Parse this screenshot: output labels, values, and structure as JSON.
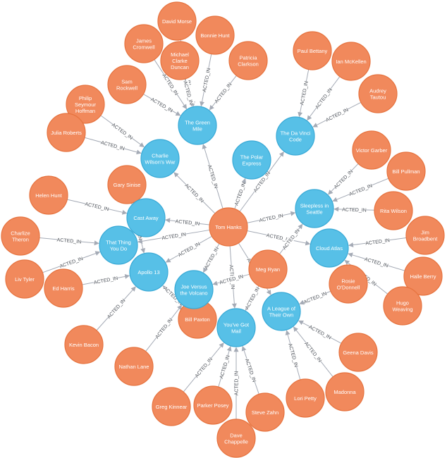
{
  "graph": {
    "colors": {
      "person": "#f1895c",
      "movie": "#57c0e7",
      "edge": "#a5abb6"
    },
    "relationship_label": "ACTED_IN",
    "center": {
      "id": "tom_hanks",
      "lines": [
        "Tom Hanks"
      ]
    },
    "movies": [
      {
        "id": "green_mile",
        "lines": [
          "The Green",
          "Mile"
        ]
      },
      {
        "id": "da_vinci",
        "lines": [
          "The Da Vinci",
          "Code"
        ]
      },
      {
        "id": "polar_express",
        "lines": [
          "The Polar",
          "Express"
        ]
      },
      {
        "id": "charlie_wilson",
        "lines": [
          "Charlie",
          "Wilson's War"
        ]
      },
      {
        "id": "cast_away",
        "lines": [
          "Cast Away"
        ]
      },
      {
        "id": "that_thing",
        "lines": [
          "That Thing",
          "You Do"
        ]
      },
      {
        "id": "apollo13",
        "lines": [
          "Apollo 13"
        ]
      },
      {
        "id": "joe_volcano",
        "lines": [
          "Joe Versus",
          "the Volcano"
        ]
      },
      {
        "id": "youve_got_mail",
        "lines": [
          "You've Got",
          "Mail"
        ]
      },
      {
        "id": "league",
        "lines": [
          "A League of",
          "Their Own"
        ]
      },
      {
        "id": "sleepless",
        "lines": [
          "Sleepless in",
          "Seattle"
        ]
      },
      {
        "id": "cloud_atlas",
        "lines": [
          "Cloud Atlas"
        ]
      }
    ],
    "people": [
      {
        "id": "david_morse",
        "lines": [
          "David Morse"
        ]
      },
      {
        "id": "bonnie_hunt",
        "lines": [
          "Bonnie Hunt"
        ]
      },
      {
        "id": "james_cromwell",
        "lines": [
          "James",
          "Cromwell"
        ]
      },
      {
        "id": "michael_duncan",
        "lines": [
          "Michael",
          "Clarke",
          "Duncan"
        ]
      },
      {
        "id": "patricia_clarkson",
        "lines": [
          "Patricia",
          "Clarkson"
        ]
      },
      {
        "id": "sam_rockwell",
        "lines": [
          "Sam",
          "Rockwell"
        ]
      },
      {
        "id": "philip_hoffman",
        "lines": [
          "Philip",
          "Seymour",
          "Hoffman"
        ]
      },
      {
        "id": "julia_roberts",
        "lines": [
          "Julia Roberts"
        ]
      },
      {
        "id": "paul_bettany",
        "lines": [
          "Paul Bettany"
        ]
      },
      {
        "id": "ian_mckellen",
        "lines": [
          "Ian McKellen"
        ]
      },
      {
        "id": "audrey_tautou",
        "lines": [
          "Audrey",
          "Tautou"
        ]
      },
      {
        "id": "victor_garber",
        "lines": [
          "Victor Garber"
        ]
      },
      {
        "id": "bill_pullman",
        "lines": [
          "Bill Pullman"
        ]
      },
      {
        "id": "rita_wilson",
        "lines": [
          "Rita Wilson"
        ]
      },
      {
        "id": "jim_broadbent",
        "lines": [
          "Jim",
          "Broadbent"
        ]
      },
      {
        "id": "halle_berry",
        "lines": [
          "Halle Berry"
        ]
      },
      {
        "id": "hugo_weaving",
        "lines": [
          "Hugo",
          "Weaving"
        ]
      },
      {
        "id": "gary_sinise",
        "lines": [
          "Gary Sinise"
        ]
      },
      {
        "id": "helen_hunt",
        "lines": [
          "Helen Hunt"
        ]
      },
      {
        "id": "charlize_theron",
        "lines": [
          "Charlize",
          "Theron"
        ]
      },
      {
        "id": "liv_tyler",
        "lines": [
          "Liv Tyler"
        ]
      },
      {
        "id": "ed_harris",
        "lines": [
          "Ed Harris"
        ]
      },
      {
        "id": "kevin_bacon",
        "lines": [
          "Kevin Bacon"
        ]
      },
      {
        "id": "nathan_lane",
        "lines": [
          "Nathan Lane"
        ]
      },
      {
        "id": "bill_paxton",
        "lines": [
          "Bill Paxton"
        ]
      },
      {
        "id": "meg_ryan",
        "lines": [
          "Meg Ryan"
        ]
      },
      {
        "id": "rosie_odonnell",
        "lines": [
          "Rosie",
          "O'Donnell"
        ]
      },
      {
        "id": "greg_kinnear",
        "lines": [
          "Greg Kinnear"
        ]
      },
      {
        "id": "parker_posey",
        "lines": [
          "Parker Posey"
        ]
      },
      {
        "id": "dave_chappelle",
        "lines": [
          "Dave",
          "Chappelle"
        ]
      },
      {
        "id": "steve_zahn",
        "lines": [
          "Steve Zahn"
        ]
      },
      {
        "id": "lori_petty",
        "lines": [
          "Lori Petty"
        ]
      },
      {
        "id": "madonna",
        "lines": [
          "Madonna"
        ]
      },
      {
        "id": "geena_davis",
        "lines": [
          "Geena Davis"
        ]
      }
    ],
    "edges": [
      {
        "from": "tom_hanks",
        "to": "green_mile",
        "label": "ACTED_IN"
      },
      {
        "from": "tom_hanks",
        "to": "da_vinci",
        "label": "ACTED_IN"
      },
      {
        "from": "tom_hanks",
        "to": "polar_express",
        "label": "ACTED_IN"
      },
      {
        "from": "tom_hanks",
        "to": "charlie_wilson",
        "label": "ACTED_IN"
      },
      {
        "from": "tom_hanks",
        "to": "cast_away",
        "label": "ACTED_IN"
      },
      {
        "from": "tom_hanks",
        "to": "that_thing",
        "label": "ACTED_IN"
      },
      {
        "from": "tom_hanks",
        "to": "apollo13",
        "label": "ACTED_IN"
      },
      {
        "from": "tom_hanks",
        "to": "joe_volcano",
        "label": "ACTED_IN"
      },
      {
        "from": "tom_hanks",
        "to": "youve_got_mail",
        "label": "ACTED_IN"
      },
      {
        "from": "tom_hanks",
        "to": "league",
        "label": "ACTED_IN"
      },
      {
        "from": "tom_hanks",
        "to": "sleepless",
        "label": "ACTED_IN"
      },
      {
        "from": "tom_hanks",
        "to": "cloud_atlas",
        "label": "ACTED_IN"
      },
      {
        "from": "david_morse",
        "to": "green_mile",
        "label": "ACTED_IN"
      },
      {
        "from": "bonnie_hunt",
        "to": "green_mile",
        "label": "ACTED_IN"
      },
      {
        "from": "james_cromwell",
        "to": "green_mile",
        "label": "ACTED_IN"
      },
      {
        "from": "michael_duncan",
        "to": "green_mile",
        "label": "ACTED_IN"
      },
      {
        "from": "patricia_clarkson",
        "to": "green_mile",
        "label": "ACTED_IN"
      },
      {
        "from": "sam_rockwell",
        "to": "green_mile",
        "label": "ACTED_IN"
      },
      {
        "from": "philip_hoffman",
        "to": "charlie_wilson",
        "label": "ACTED_IN"
      },
      {
        "from": "julia_roberts",
        "to": "charlie_wilson",
        "label": "ACTED_IN"
      },
      {
        "from": "paul_bettany",
        "to": "da_vinci",
        "label": "ACTED_IN"
      },
      {
        "from": "ian_mckellen",
        "to": "da_vinci",
        "label": "ACTED_IN"
      },
      {
        "from": "audrey_tautou",
        "to": "da_vinci",
        "label": "ACTED_IN"
      },
      {
        "from": "victor_garber",
        "to": "sleepless",
        "label": "ACTED_IN"
      },
      {
        "from": "bill_pullman",
        "to": "sleepless",
        "label": "ACTED_IN"
      },
      {
        "from": "rita_wilson",
        "to": "sleepless",
        "label": "ACTED_IN"
      },
      {
        "from": "jim_broadbent",
        "to": "cloud_atlas",
        "label": "ACTED_IN"
      },
      {
        "from": "halle_berry",
        "to": "cloud_atlas",
        "label": "ACTED_IN"
      },
      {
        "from": "hugo_weaving",
        "to": "cloud_atlas",
        "label": "ACTED_IN"
      },
      {
        "from": "gary_sinise",
        "to": "apollo13",
        "label": "ACTED_IN"
      },
      {
        "from": "helen_hunt",
        "to": "cast_away",
        "label": "ACTED_IN"
      },
      {
        "from": "charlize_theron",
        "to": "that_thing",
        "label": "ACTED_IN"
      },
      {
        "from": "liv_tyler",
        "to": "that_thing",
        "label": "ACTED_IN"
      },
      {
        "from": "ed_harris",
        "to": "apollo13",
        "label": "ACTED_IN"
      },
      {
        "from": "kevin_bacon",
        "to": "apollo13",
        "label": "ACTED_IN"
      },
      {
        "from": "bill_paxton",
        "to": "apollo13",
        "label": "ACTED_IN"
      },
      {
        "from": "nathan_lane",
        "to": "joe_volcano",
        "label": "ACTED_IN"
      },
      {
        "from": "meg_ryan",
        "to": "sleepless",
        "label": "ACTED_IN"
      },
      {
        "from": "meg_ryan",
        "to": "joe_volcano",
        "label": "ACTED_IN"
      },
      {
        "from": "meg_ryan",
        "to": "youve_got_mail",
        "label": "ACTED_IN"
      },
      {
        "from": "rosie_odonnell",
        "to": "league",
        "label": "ACTED_IN"
      },
      {
        "from": "greg_kinnear",
        "to": "youve_got_mail",
        "label": "ACTED_IN"
      },
      {
        "from": "parker_posey",
        "to": "youve_got_mail",
        "label": "ACTED_IN"
      },
      {
        "from": "dave_chappelle",
        "to": "youve_got_mail",
        "label": "ACTED_IN"
      },
      {
        "from": "steve_zahn",
        "to": "youve_got_mail",
        "label": "ACTED_IN"
      },
      {
        "from": "lori_petty",
        "to": "league",
        "label": "ACTED_IN"
      },
      {
        "from": "madonna",
        "to": "league",
        "label": "ACTED_IN"
      },
      {
        "from": "geena_davis",
        "to": "league",
        "label": "ACTED_IN"
      }
    ]
  }
}
